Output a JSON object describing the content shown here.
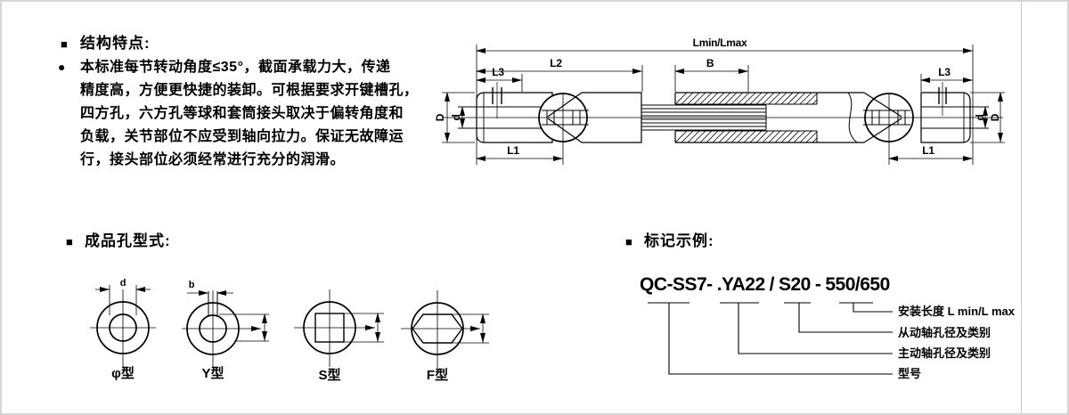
{
  "page": {
    "border_color": "#d6d6d6",
    "rule_color": "#c9c9c9",
    "ink": "#000000"
  },
  "features": {
    "marker": "■",
    "heading": "结构特点:",
    "bullet": "●",
    "lines": [
      "本标准每节转动角度≤35°，截面承载力大，传递",
      "精度高，方便更快捷的装卸。可根据要求开键槽孔，",
      "四方孔，六方孔等球和套筒接头取决于偏转角度和",
      "负载，关节部位不应受到轴向拉力。保证无故障运",
      "行，接头部位必须经常进行充分的润滑。"
    ]
  },
  "drawing": {
    "dim_overall": "Lmin/Lmax",
    "dim_l2": "L2",
    "dim_b": "B",
    "dim_l3_left": "L3",
    "dim_l3_right": "L3",
    "dim_l1_left": "L1",
    "dim_l1_right": "L1",
    "dim_D_left": "D",
    "dim_d_left": "d",
    "dim_d_right": "d",
    "dim_D_right": "D"
  },
  "holes": {
    "marker": "■",
    "heading": "成品孔型式:",
    "dim_d": "d",
    "dim_b": "b",
    "types": [
      {
        "label": "φ型"
      },
      {
        "label": "Y型"
      },
      {
        "label": "S型"
      },
      {
        "label": "F型"
      }
    ]
  },
  "marking": {
    "marker": "■",
    "heading": "标记示例:",
    "code": {
      "seg1": "QC-SS7-",
      "seg2": ".YA22",
      "seg3": "/",
      "seg4": "S20",
      "seg5": "-",
      "seg6": "550/650"
    },
    "labels": [
      "安装长度 L min/L max",
      "从动轴孔径及类别",
      "主动轴孔径及类别",
      "型号"
    ]
  }
}
